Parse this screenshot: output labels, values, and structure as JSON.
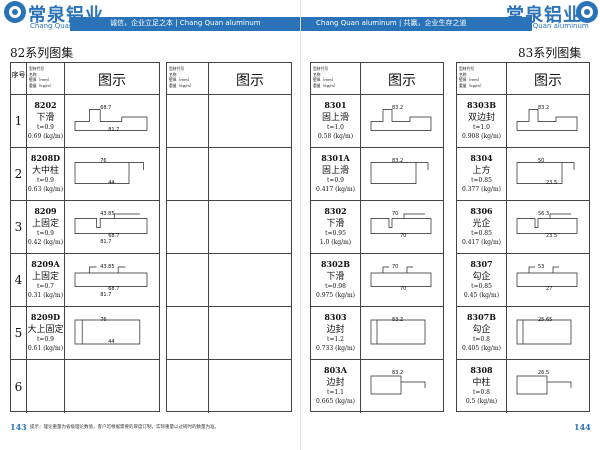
{
  "header": {
    "left_logo_cn": "常泉铝业",
    "left_logo_en": "Chang Quan aluminum",
    "left_slogan": "诚信，企业立足之本 | Chang Quan aluminum",
    "right_slogan": "Chang Quan aluminum | 共赢，企业生存之道",
    "right_logo_cn": "常泉铝业",
    "right_logo_en": "Chang Quan aluminum"
  },
  "left_page": {
    "title": "82系列图集",
    "page_number": "143",
    "footnote": "提示：理论重量为省级理论数值，客户可根据需要的厚度订制，实际重量以过磅时的数量为准。"
  },
  "right_page": {
    "title": "83系列图集",
    "page_number": "144"
  },
  "table_header": {
    "idx": "序号",
    "model_lines": [
      "型材代号",
      "名称",
      "壁厚（mm）",
      "重量（kg/m）"
    ],
    "picture": "图示"
  },
  "tables": [
    {
      "rows": [
        {
          "num": "1",
          "code": "8202",
          "name": "下滑",
          "t": "t=0.9",
          "w": "0.69 (kg/m)",
          "dims": [
            "68.7",
            "81.7"
          ]
        },
        {
          "num": "2",
          "code": "8208D",
          "name": "大中柱",
          "t": "t=0.9",
          "w": "0.63 (kg/m)",
          "dims": [
            "76",
            "44"
          ]
        },
        {
          "num": "3",
          "code": "8209",
          "name": "上固定",
          "t": "t=0.9",
          "w": "0.42 (kg/m)",
          "dims": [
            "43.85",
            "68.7",
            "81.7"
          ]
        },
        {
          "num": "4",
          "code": "8209A",
          "name": "上固定",
          "t": "t=0.7",
          "w": "0.31 (kg/m)",
          "dims": [
            "43.85",
            "68.7",
            "81.7"
          ]
        },
        {
          "num": "5",
          "code": "8209D",
          "name": "大上固定",
          "t": "t=0.9",
          "w": "0.61 (kg/m)",
          "dims": [
            "76",
            "44"
          ]
        },
        {
          "num": "6",
          "code": "",
          "name": "",
          "t": "",
          "w": "",
          "dims": []
        }
      ]
    },
    {
      "rows": [
        {
          "num": "",
          "code": "",
          "name": "",
          "t": "",
          "w": "",
          "dims": []
        },
        {
          "num": "",
          "code": "",
          "name": "",
          "t": "",
          "w": "",
          "dims": []
        },
        {
          "num": "",
          "code": "",
          "name": "",
          "t": "",
          "w": "",
          "dims": []
        },
        {
          "num": "",
          "code": "",
          "name": "",
          "t": "",
          "w": "",
          "dims": []
        },
        {
          "num": "",
          "code": "",
          "name": "",
          "t": "",
          "w": "",
          "dims": []
        },
        {
          "num": "",
          "code": "",
          "name": "",
          "t": "",
          "w": "",
          "dims": []
        }
      ]
    },
    {
      "rows": [
        {
          "num": "",
          "code": "8301",
          "name": "固上滑",
          "t": "t=1.0",
          "w": "0.58 (kg/m)",
          "dims": [
            "83.2"
          ]
        },
        {
          "num": "",
          "code": "8301A",
          "name": "固上滑",
          "t": "t=0.9",
          "w": "0.417 (kg/m)",
          "dims": [
            "83.2"
          ]
        },
        {
          "num": "",
          "code": "8302",
          "name": "下滑",
          "t": "t=0.95",
          "w": "1.0 (kg/m)",
          "dims": [
            "70",
            "70"
          ]
        },
        {
          "num": "",
          "code": "8302B",
          "name": "下滑",
          "t": "t=0.98",
          "w": "0.975 (kg/m)",
          "dims": [
            "70",
            "70"
          ]
        },
        {
          "num": "",
          "code": "8303",
          "name": "边封",
          "t": "t=1.2",
          "w": "0.733 (kg/m)",
          "dims": [
            "83.2"
          ]
        },
        {
          "num": "",
          "code": "803A",
          "name": "边封",
          "t": "t=1.1",
          "w": "0.665 (kg/m)",
          "dims": [
            "83.2"
          ]
        }
      ]
    },
    {
      "rows": [
        {
          "num": "",
          "code": "8303B",
          "name": "双边封",
          "t": "t=1.0",
          "w": "0.908 (kg/m)",
          "dims": [
            "83.2"
          ]
        },
        {
          "num": "",
          "code": "8304",
          "name": "上方",
          "t": "t=0.85",
          "w": "0.377 (kg/m)",
          "dims": [
            "50",
            "23.5"
          ]
        },
        {
          "num": "",
          "code": "8306",
          "name": "光企",
          "t": "t=0.85",
          "w": "0.417 (kg/m)",
          "dims": [
            "56.3",
            "23.5"
          ]
        },
        {
          "num": "",
          "code": "8307",
          "name": "勾企",
          "t": "t=0.85",
          "w": "0.45 (kg/m)",
          "dims": [
            "53",
            "27"
          ]
        },
        {
          "num": "",
          "code": "8307B",
          "name": "勾企",
          "t": "t=0.8",
          "w": "0.405 (kg/m)",
          "dims": [
            "25.65"
          ]
        },
        {
          "num": "",
          "code": "8308",
          "name": "中柱",
          "t": "t=0.8",
          "w": "0.5 (kg/m)",
          "dims": [
            "26.5"
          ]
        }
      ]
    }
  ]
}
